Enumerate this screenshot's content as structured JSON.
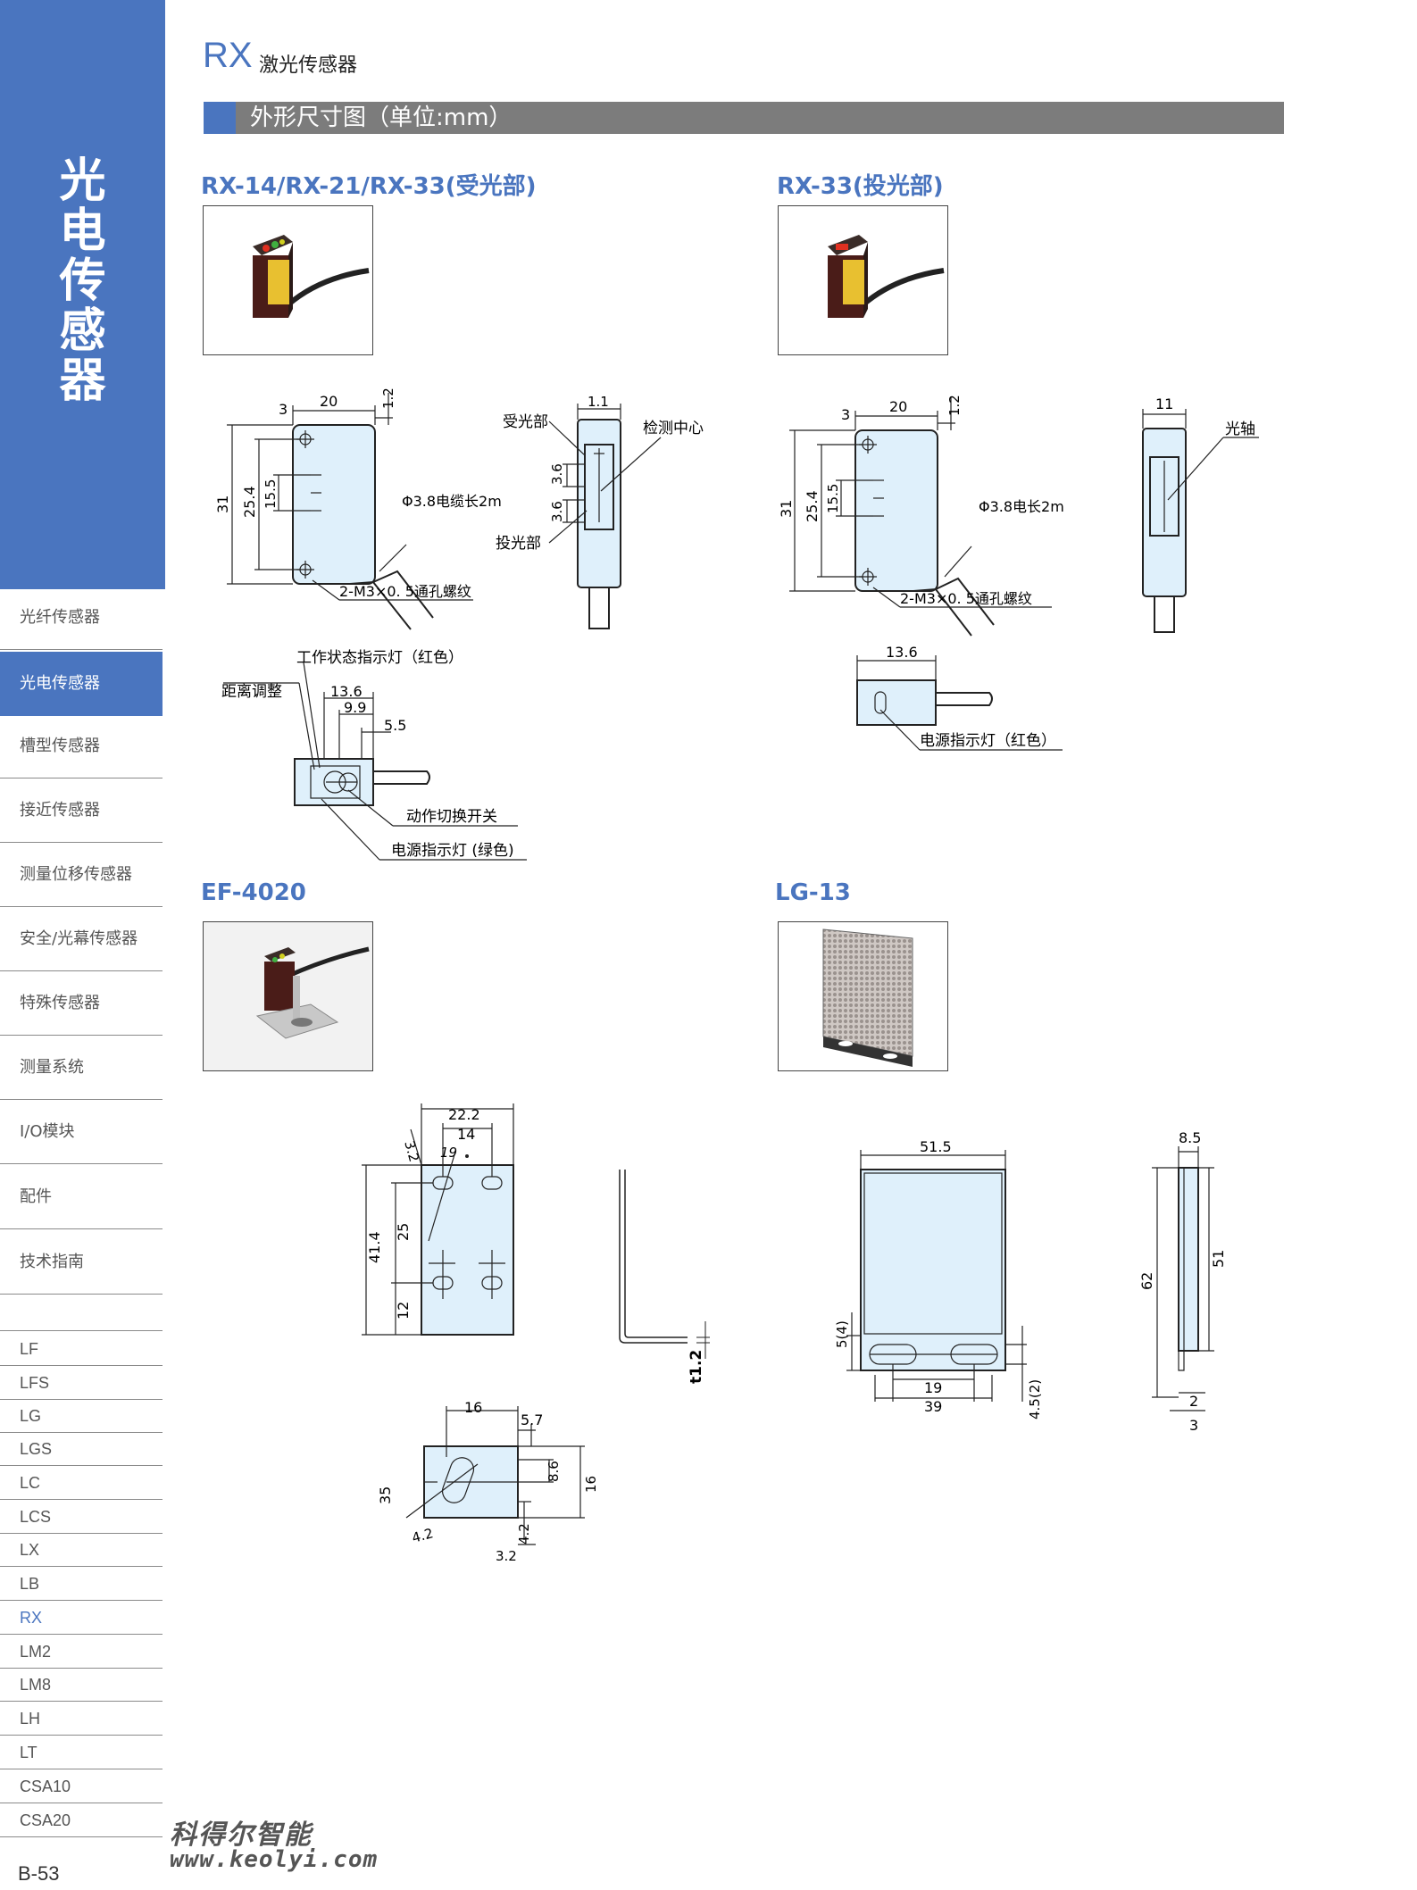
{
  "sidebar": {
    "title_chars": [
      "光",
      "电",
      "传",
      "感",
      "器"
    ],
    "nav": [
      "光纤传感器",
      "光电传感器",
      "槽型传感器",
      "接近传感器",
      "测量位移传感器",
      "安全/光幕传感器",
      "特殊传感器",
      "测量系统",
      "I/O模块",
      "配件",
      "技术指南"
    ],
    "models": [
      "LF",
      "LFS",
      "LG",
      "LGS",
      "LC",
      "LCS",
      "LX",
      "LB",
      "RX",
      "LM2",
      "LM8",
      "LH",
      "LT",
      "CSA10",
      "CSA20"
    ],
    "page_number": "B-53"
  },
  "header": {
    "series": "RX",
    "subtitle": "激光传感器",
    "bar_title": "外形尺寸图（单位:mm）"
  },
  "sections": {
    "s1": "RX-14/RX-21/RX-33(受光部)",
    "s2": "RX-33(投光部)",
    "s3": "EF-4020",
    "s4": "LG-13"
  },
  "rx14_front": {
    "d3": "3",
    "d20": "20",
    "d12": "1.2",
    "d31": "31",
    "d254": "25.4",
    "d155": "15.5",
    "cable": "Φ3.8电缆长2m",
    "thread": "2-M3×0. 5通孔螺纹"
  },
  "rx14_side": {
    "d11": "1.1",
    "recv": "受光部",
    "center": "检测中心",
    "d36a": "3.6",
    "d36b": "3.6",
    "emit": "投光部"
  },
  "rx14_top": {
    "work_led": "工作状态指示灯（红色）",
    "dist": "距离调整",
    "d136": "13.6",
    "d99": "9.9",
    "d55": "5.5",
    "switch": "动作切换开关",
    "power_led": "电源指示灯 (绿色)"
  },
  "rx33_front": {
    "d3": "3",
    "d20": "20",
    "d12": "1.2",
    "d31": "31",
    "d254": "25.4",
    "d155": "15.5",
    "cable": "Φ3.8电长2m",
    "thread": "2-M3×0. 5通孔螺纹"
  },
  "rx33_side": {
    "d11": "11",
    "axis": "光轴"
  },
  "rx33_top": {
    "d136": "13.6",
    "power_led": "电源指示灯（红色）"
  },
  "ef4020": {
    "d222": "22.2",
    "d14": "14",
    "d32": "3.2",
    "d19": "19",
    "d414": "41.4",
    "d25": "25",
    "d12": "12",
    "t12": "t1.2",
    "d16": "16",
    "d57": "5.7",
    "d86": "8.6",
    "d16b": "16",
    "d35": "35",
    "d42a": "4.2",
    "d42b": "4.2",
    "d32b": "3.2"
  },
  "lg13": {
    "d515": "51.5",
    "d54": "5(4)",
    "d19": "19",
    "d39": "39",
    "d452": "4.5(2)",
    "d85": "8.5",
    "d62": "62",
    "d51": "51",
    "d2": "2",
    "d3": "3"
  },
  "watermark": {
    "line1": "科得尔智能",
    "line2": "www.keolyi.com"
  },
  "colors": {
    "accent": "#4a75bf",
    "bar": "#7c7c7c",
    "sensor_fill": "#dff0fb"
  }
}
